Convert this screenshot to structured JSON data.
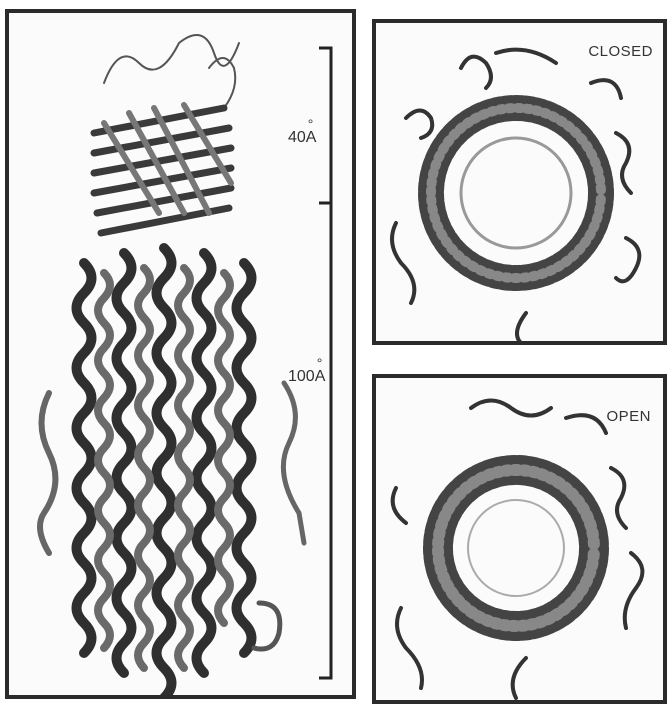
{
  "figure": {
    "left_panel": {
      "scale_bars": [
        {
          "number": "40",
          "unit": "A"
        },
        {
          "number": "100",
          "unit": "A"
        }
      ]
    },
    "closed_panel": {
      "label": "CLOSED"
    },
    "open_panel": {
      "label": "OPEN"
    }
  }
}
